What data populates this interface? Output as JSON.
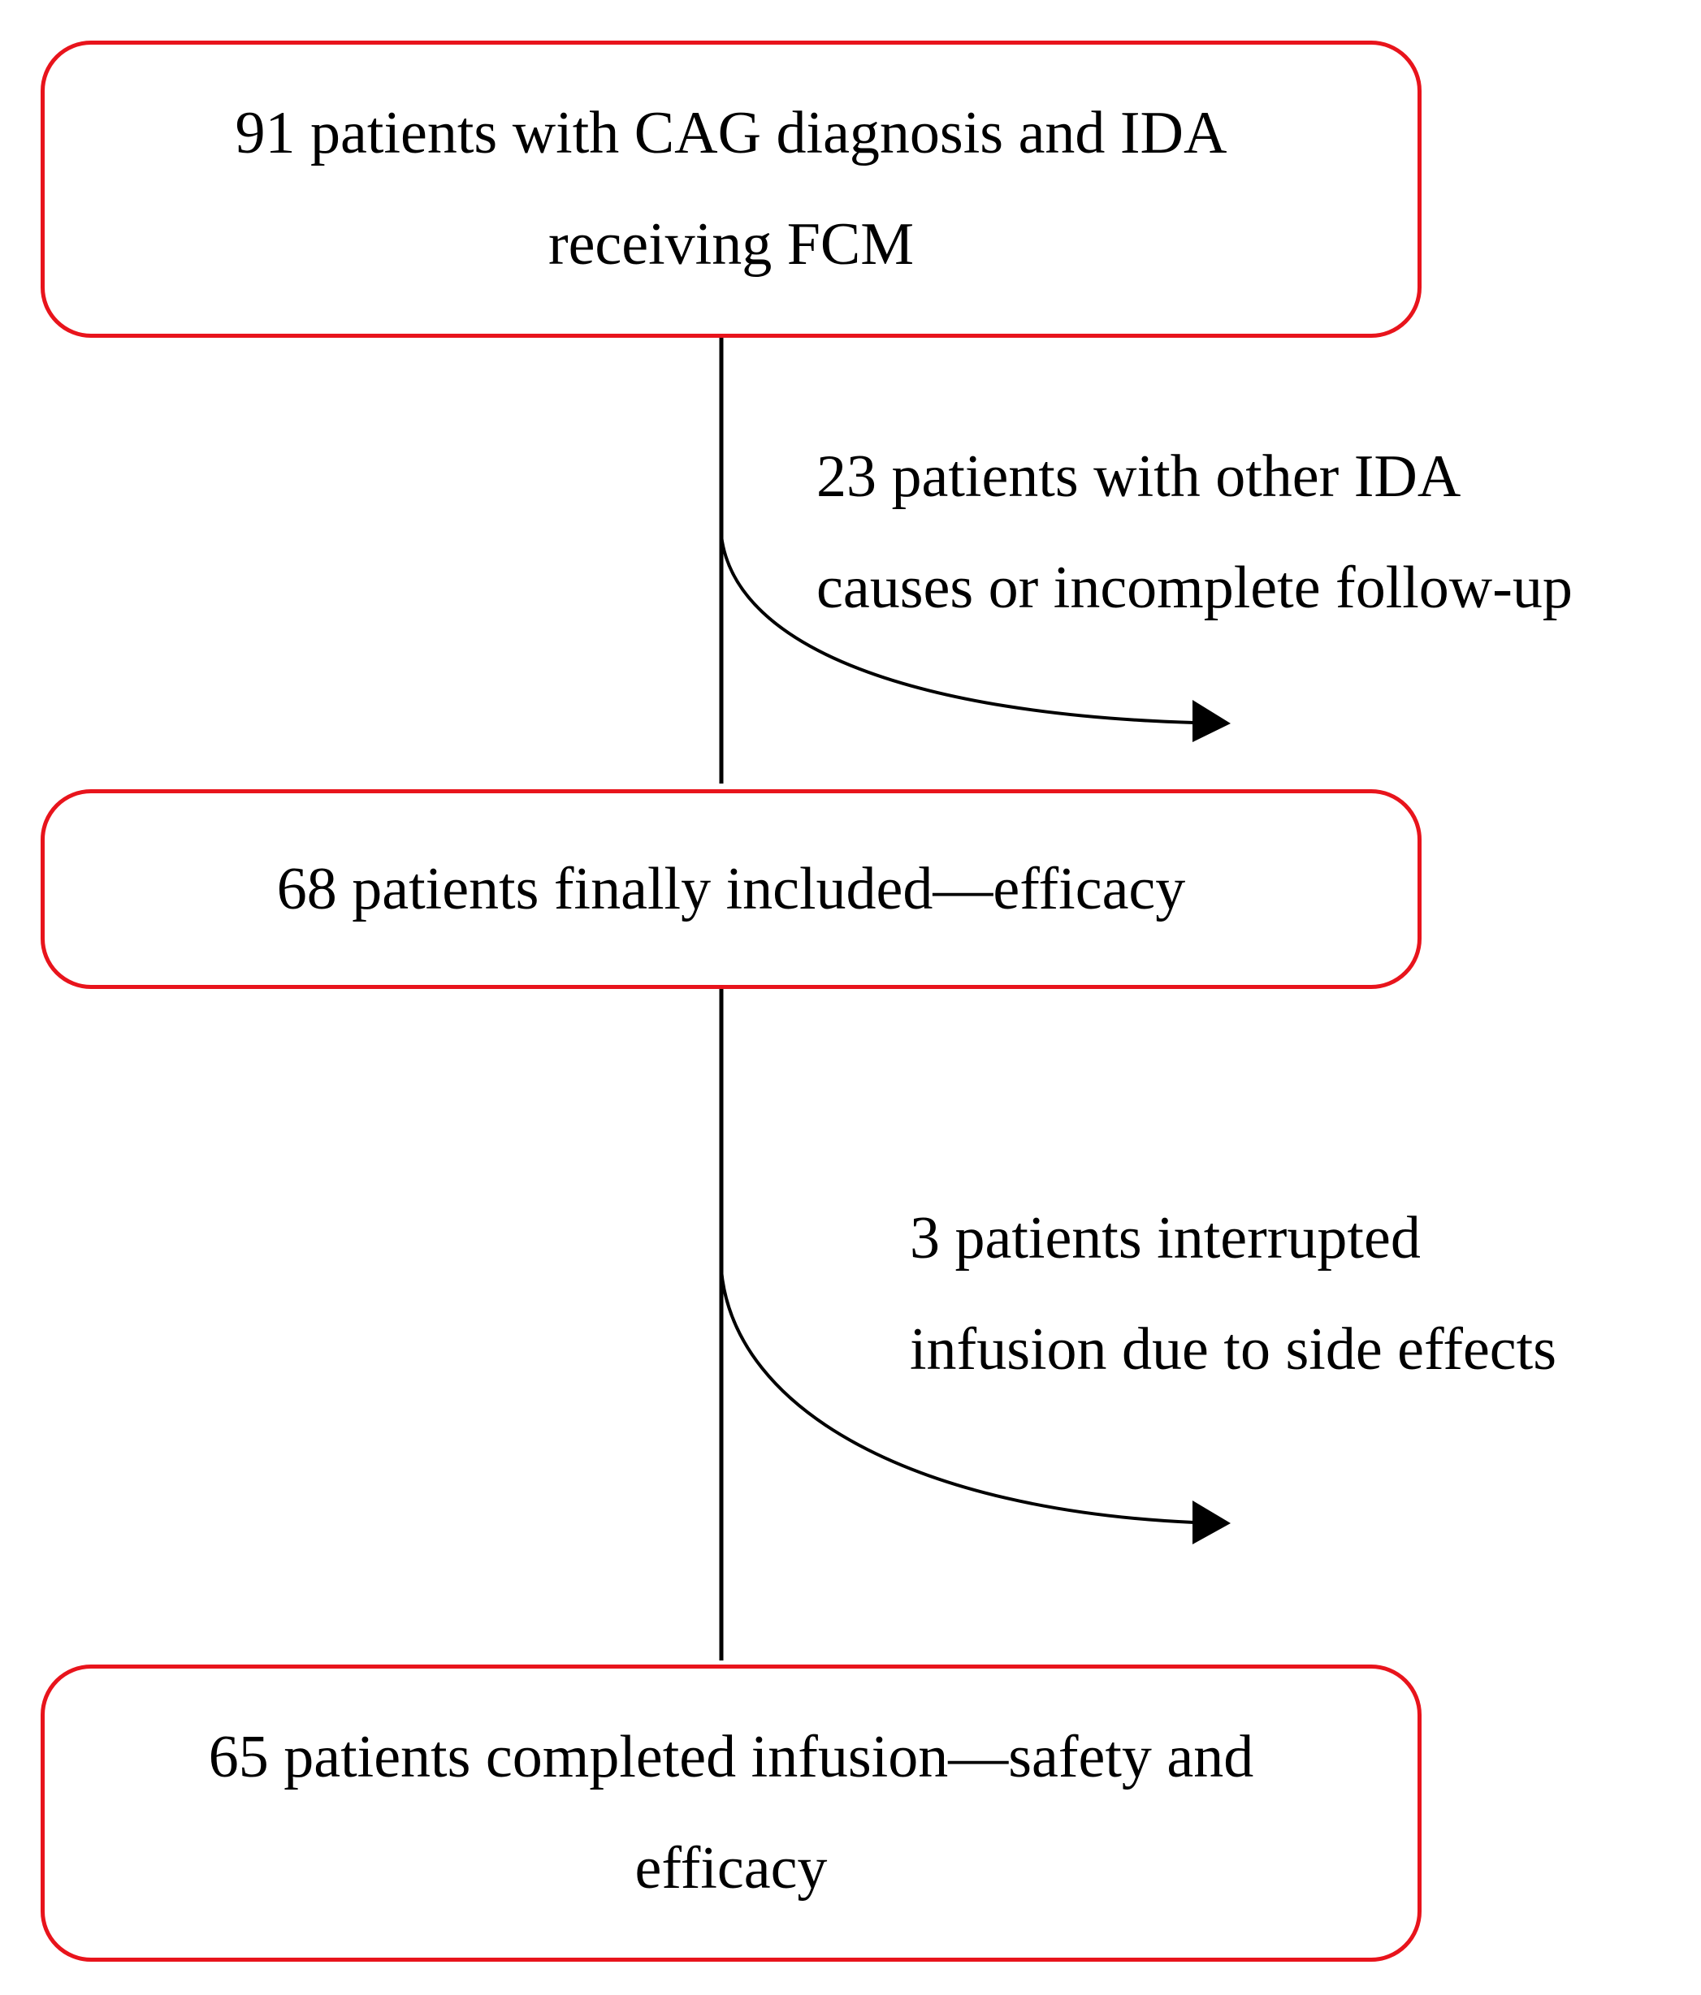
{
  "flowchart": {
    "box1": {
      "text": "91 patients with CAG diagnosis and IDA\nreceiving FCM"
    },
    "exclusion1": {
      "text": "23 patients with other IDA\ncauses or incomplete follow-up"
    },
    "box2": {
      "text": "68 patients finally included—efficacy"
    },
    "exclusion2": {
      "text": "3 patients interrupted\ninfusion due to side effects"
    },
    "box3": {
      "text": "65 patients completed infusion—safety and\nefficacy"
    }
  },
  "colors": {
    "box_border": "#e8141c",
    "line": "#000000",
    "text": "#000000"
  }
}
